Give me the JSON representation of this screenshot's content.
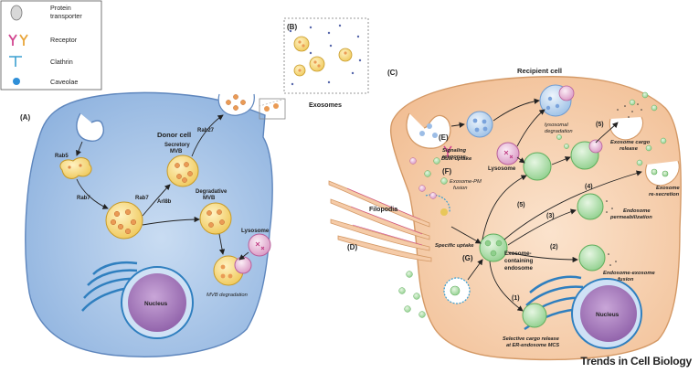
{
  "legend": {
    "protein_transporter": "Protein\ntransporter",
    "receptor": "Receptor",
    "clathrin": "Clathrin",
    "caveolae": "Caveolae"
  },
  "panels": {
    "A": "(A)",
    "B": "(B)",
    "C": "(C)",
    "D": "(D)",
    "E": "(E)",
    "F": "(F)",
    "G": "(G)"
  },
  "donor": {
    "title": "Donor cell",
    "rab5": "Rab5",
    "rab7_a": "Rab7",
    "rab7_b": "Rab7",
    "rab27": "Rab27",
    "arl8b": "Arl8b",
    "secretory_mvb": "Secretory\nMVB",
    "degradative_mvb": "Degradative\nMVB",
    "lysosome": "Lysosome",
    "nucleus": "Nucleus",
    "mvb_degradation": "MVB degradation"
  },
  "exosomes_label": "Exosomes",
  "recipient": {
    "title": "Recipient cell",
    "bulk_uptake": "Bulk-uptake",
    "lysosomal_degradation": "lysosomal\ndegradation",
    "signaling_response": "Signaling\nresponse",
    "exosome_pm_fusion": "Exosome-PM\nfusion",
    "lysosome": "Lysosome",
    "filopodia": "Filopodia",
    "specific_uptake": "Specific uptake",
    "exosome_containing_endosome": "Exosome-\ncontaining\nendosome",
    "exosome_cargo_release": "Exosome cargo\nrelease",
    "exosome_re_secretion": "Exosome\nre-secretion",
    "endosome_permeabilization": "Endosome\npermeabilization",
    "endosome_exosome_fusion": "Endosome-exosome\nfusion",
    "nucleus": "Nucleus",
    "selective_cargo_release": "Selective cargo release\nat ER-endosome MCS",
    "route_1": "(1)",
    "route_2": "(2)",
    "route_3": "(3)",
    "route_4": "(4)",
    "route_5a": "(5)",
    "route_5b": "(5)"
  },
  "journal": "Trends in Cell Biology",
  "colors": {
    "donor_cytoplasm": "#a9c6ea",
    "recipient_cytoplasm": "#f6cfae",
    "nucleus": "#b28ac4",
    "mvb": "#f4d77a",
    "endosome_green": "#a9dba8",
    "lysosome_pink": "#e6b6d6",
    "vesicle_blue": "#b8d4ef",
    "er_blue": "#2f7fbf"
  }
}
